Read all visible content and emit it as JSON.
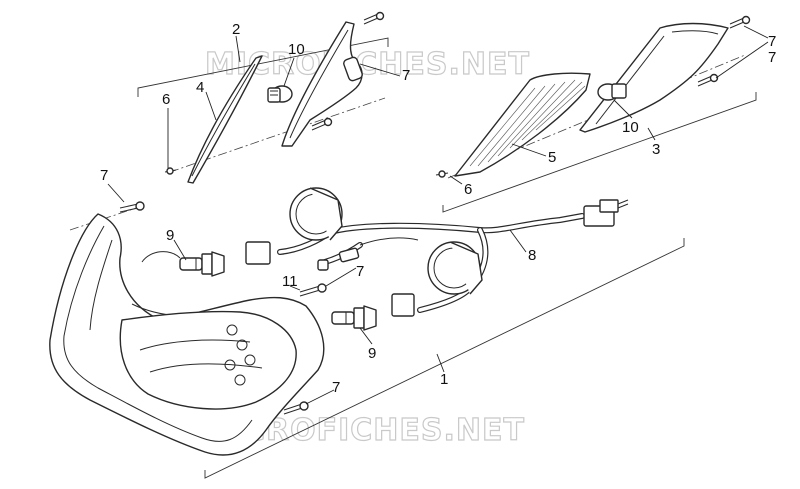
{
  "watermark": {
    "text": "MICROFICHES.NET",
    "color": "#c9c9c9"
  },
  "callouts": {
    "c1": "1",
    "c2": "2",
    "c3": "3",
    "c4": "4",
    "c5": "5",
    "c6_left": "6",
    "c6_right": "6",
    "c7_top_left": "7",
    "c7_top_right": "7",
    "c7_headlight_left": "7",
    "c7_headlight_mid": "7",
    "c7_headlight_bottom": "7",
    "c7_top_screw": "7",
    "c8": "8",
    "c9_left": "9",
    "c9_right": "9",
    "c10_left": "10",
    "c10_right": "10",
    "c11": "11"
  }
}
